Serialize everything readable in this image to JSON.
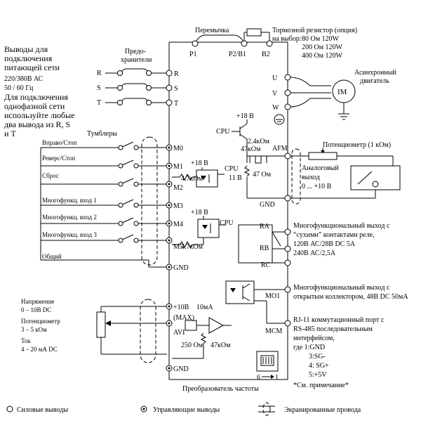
{
  "supply": {
    "title": [
      "Выводы для",
      "подключения",
      "питающей сети"
    ],
    "voltage": "220/380В АС",
    "freq": "50 / 60 Гц",
    "note": [
      "Для подключения",
      "однофазной сети",
      "используйте любые",
      "два вывода из R, S",
      "и Т"
    ],
    "fuses": [
      "Предо-",
      "хранители"
    ],
    "phases": [
      "R",
      "S",
      "T"
    ]
  },
  "jumper": "Перемычка",
  "brake": {
    "title": "Тормозной резистор (опция)",
    "choose": "на выбор:",
    "options": [
      "80 Ом  120W",
      "200 Ом 120W",
      "400 Ом 120W"
    ]
  },
  "power_terminals": {
    "R": "R",
    "S": "S",
    "T": "T",
    "P1": "P1",
    "P2B1": "P2/B1",
    "B2": "B2",
    "U": "U",
    "V": "V",
    "W": "W"
  },
  "motor": {
    "label": [
      "Асинхронный",
      "двигатель"
    ],
    "symbol": "IM"
  },
  "toggles": {
    "title": "Тумблеры",
    "items": [
      "Вправо/Стоп",
      "Реверс/Стоп",
      "Сброс",
      "Многофункц. вход 1",
      "Многофункц. вход 2",
      "Многофункц. вход 3",
      "Общий"
    ]
  },
  "control_terminals": {
    "M0": "M0",
    "M1": "M1",
    "M2": "M2",
    "M3": "M3",
    "M4": "M4",
    "M5": "M5",
    "GND": "GND",
    "p10V": "+10В",
    "MAX": "(MAX)",
    "AVI": "AVI",
    "GND2": "GND"
  },
  "internal": {
    "v18a": "+18 В",
    "cpu_a": "CPU",
    "res_a": "4.7кОм",
    "v11": "11 В",
    "v18b": "+18 В",
    "cpu_b": "CPU",
    "res_b": "4.7кОм",
    "v18c": "+18 В",
    "cpu_c": "CPU",
    "res_c1": "2.4кОм",
    "res_c2": "47кОм",
    "afm": "AFM",
    "res_afm": "47 Ом",
    "gnd_afm": "GND",
    "ma10": "10мА",
    "r250": "250 Ом",
    "r47k": "47кОм"
  },
  "analog_out": {
    "pot": "Потенциометр (1 кОм)",
    "label": [
      "Аналоговый",
      "выход",
      "0 ... +10 В"
    ]
  },
  "relay": {
    "RA": "RA",
    "RB": "RB",
    "RC": "RC",
    "text": [
      "Многофункциональный выход с",
      "“сухими” контактами реле,",
      "120В АС/28В DC  5А",
      "240В АС/2,5А"
    ]
  },
  "collector": {
    "MO1": "MO1",
    "MCM": "MCM",
    "text": [
      "Многофункциональный  выход  с",
      "открытым коллектором, 48В DC  50мА"
    ]
  },
  "rj11": {
    "text": [
      "RJ-11 коммутационный порт с",
      "RS-485  последовательным",
      "интерфейсом,",
      "где 1:GND",
      "3:SG-",
      "4: SG+",
      "5:+5V"
    ],
    "note": "*См. примечание*",
    "pin6": "6",
    "pin1": "1"
  },
  "analog_in": {
    "voltage": [
      "Напряжение",
      "0 – 10В DC"
    ],
    "pot": [
      "Потенциометр",
      "3 – 5 кОм"
    ],
    "current": [
      "Ток",
      "4 – 20 мА DC"
    ]
  },
  "converter_label": "Преобразователь частоты",
  "legend": {
    "power": "Силовые выводы",
    "control": "Управляющие выводы",
    "shield": "Экранированные провода"
  }
}
